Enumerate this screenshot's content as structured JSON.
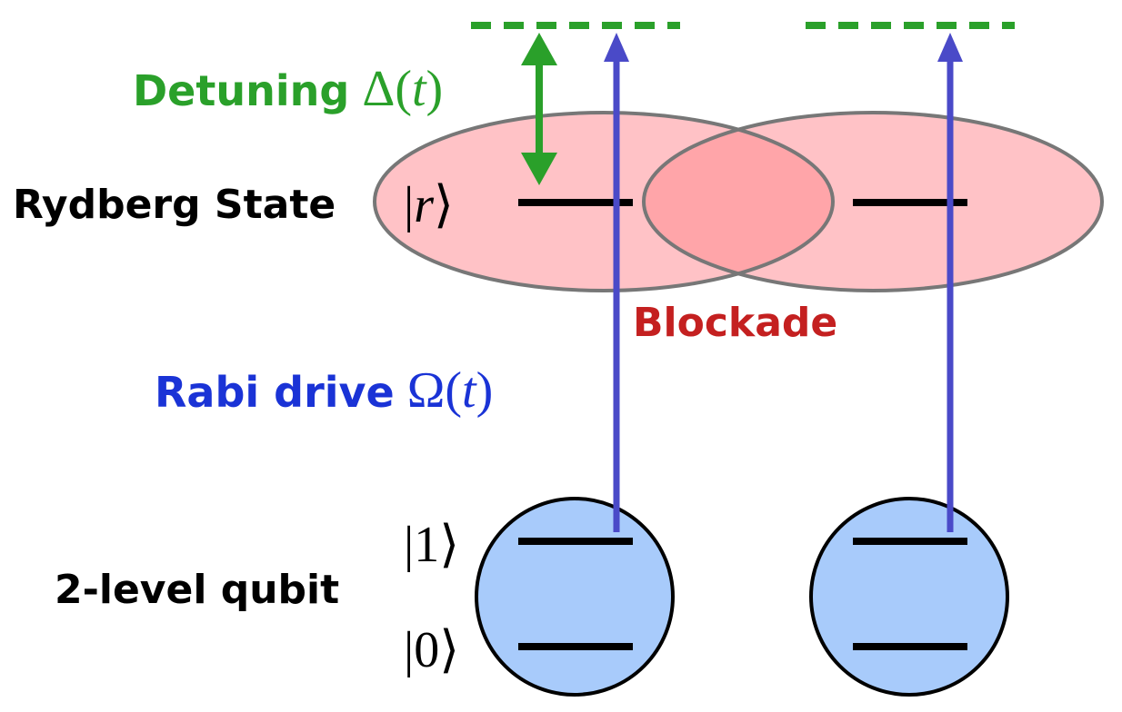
{
  "labels": {
    "detuning_text": "Detuning",
    "detuning_symbol": "Δ",
    "detuning_arg": "t",
    "rydberg_state": "Rydberg State",
    "ket_r": "r",
    "blockade": "Blockade",
    "rabi_text": "Rabi drive",
    "rabi_symbol": "Ω",
    "rabi_arg": "t",
    "qubit": "2-level qubit",
    "ket_1": "1",
    "ket_0": "0"
  },
  "colors": {
    "detuning": "#2aa02a",
    "rabi": "#1a33d6",
    "blockade": "#c42020",
    "rydberg_fill": "#ffc2c6",
    "rydberg_overlap": "#ffa5a9",
    "rydberg_stroke": "#777777",
    "qubit_fill": "#a8cbfb",
    "laser": "#4a4ac8",
    "level": "#000000",
    "virtual_level": "#2aa02a"
  }
}
